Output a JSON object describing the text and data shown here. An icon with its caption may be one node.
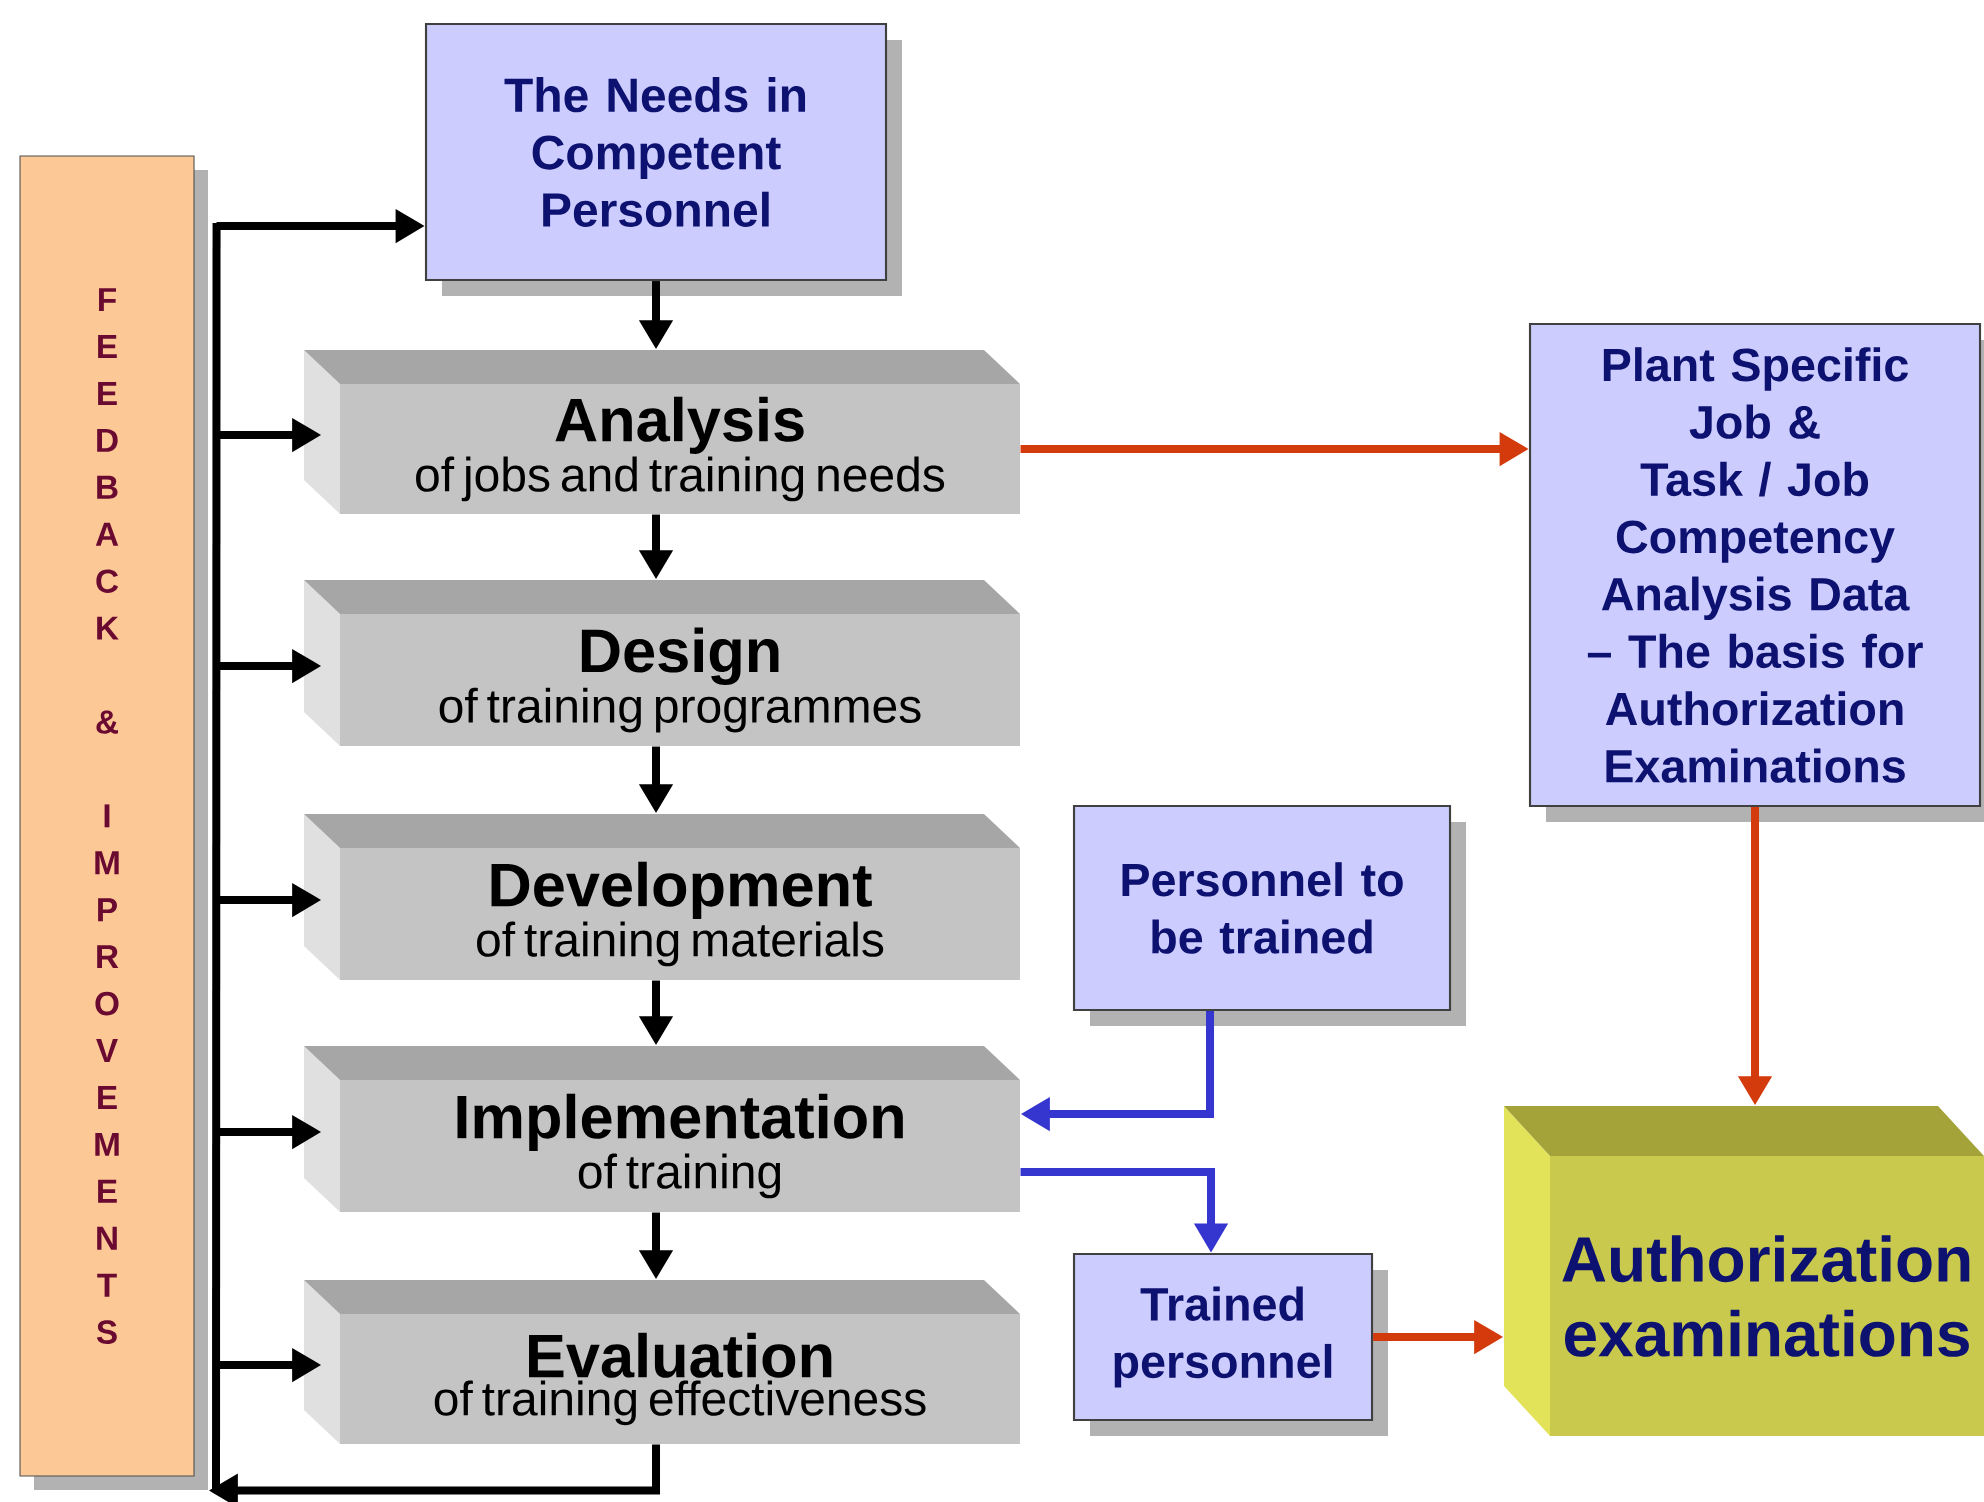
{
  "diagram": {
    "nodes": [
      {
        "text": [
          "FEEDBACK & IMPROVEMENTS"
        ]
      },
      {
        "text": [
          "The Needs in Competent Personnel"
        ]
      },
      {
        "text": [
          "Analysis",
          "of jobs and training needs"
        ]
      },
      {
        "text": [
          "Design",
          "of training programmes"
        ]
      },
      {
        "text": [
          "Development",
          "of training materials"
        ]
      },
      {
        "text": [
          "Implementation",
          "of training"
        ]
      },
      {
        "text": [
          "Evaluation",
          "of training effectiveness"
        ]
      },
      {
        "text": [
          "Plant Specific Job & Task / Job Competency Analysis Data – The basis for Authorization Examinations"
        ]
      },
      {
        "text": [
          "Personnel to be trained"
        ]
      },
      {
        "text": [
          "Trained personnel"
        ]
      },
      {
        "text": [
          "Authorization examinations"
        ]
      }
    ],
    "edges": [
      {
        "from": 1,
        "to": 2,
        "arrow": "to"
      },
      {
        "from": 2,
        "to": 3,
        "arrow": "to"
      },
      {
        "from": 3,
        "to": 4,
        "arrow": "to"
      },
      {
        "from": 4,
        "to": 5,
        "arrow": "to"
      },
      {
        "from": 5,
        "to": 6,
        "arrow": "to"
      },
      {
        "from": 2,
        "to": 7,
        "arrow": "to",
        "color": "#d33a0c"
      },
      {
        "from": 7,
        "to": 10,
        "arrow": "to",
        "color": "#d33a0c"
      },
      {
        "from": 8,
        "to": 5,
        "arrow": "to",
        "color": "#3535d0"
      },
      {
        "from": 5,
        "to": 9,
        "arrow": "to",
        "color": "#3535d0"
      },
      {
        "from": 9,
        "to": 10,
        "arrow": "to",
        "color": "#d33a0c"
      },
      {
        "from": 6,
        "to": 0,
        "arrow": "to"
      },
      {
        "from": 0,
        "to": 1,
        "arrow": "to"
      },
      {
        "from": 0,
        "to": 2,
        "arrow": "to"
      },
      {
        "from": 0,
        "to": 3,
        "arrow": "to"
      },
      {
        "from": 0,
        "to": 4,
        "arrow": "to"
      },
      {
        "from": 0,
        "to": 5,
        "arrow": "to"
      },
      {
        "from": 0,
        "to": 6,
        "arrow": "to"
      }
    ]
  }
}
